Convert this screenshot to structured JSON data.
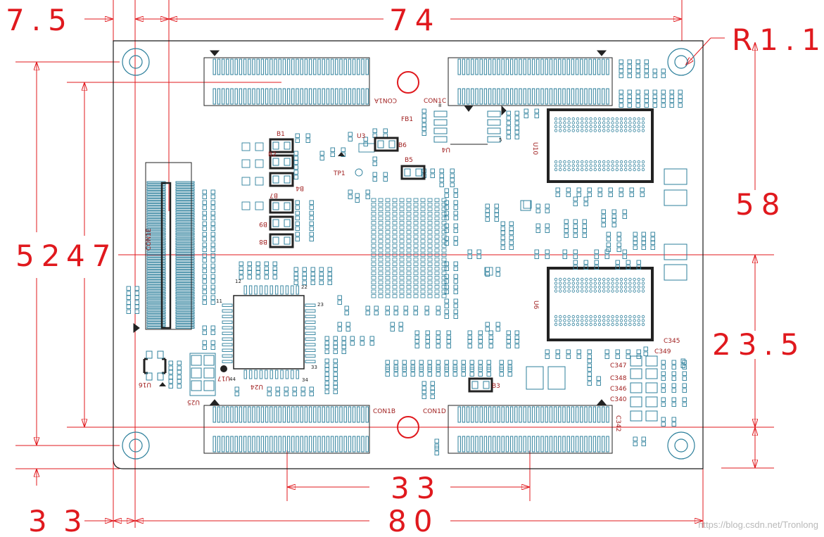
{
  "colors": {
    "dimension": "#e0191e",
    "board_outline": "#1a1a1a",
    "pad": "#2c7f9b",
    "label": "#a02020",
    "component": "#222222"
  },
  "dimensions": {
    "d_7_5": "7.5",
    "d_74": "74",
    "d_r1_1": "R1.1",
    "d_52": "52",
    "d_47": "47",
    "d_58": "58",
    "d_23_5": "23.5",
    "d_33": "33",
    "d_3_left": "3",
    "d_3_right": "3",
    "d_80": "80"
  },
  "components": {
    "con1a": "CON1A",
    "con1b": "CON1B",
    "con1c": "CON1C",
    "con1d": "CON1D",
    "con1e": "CON1E",
    "fb1": "FB1",
    "u4": "U4",
    "u3": "U3",
    "u10": "U10",
    "u6": "U6",
    "u16": "U16",
    "u17": "U17",
    "u24": "U24",
    "u25": "U25",
    "tp1": "TP1",
    "b1": "B1",
    "b2": "B2",
    "b3": "B3",
    "b4": "B4",
    "b5": "B5",
    "b6": "B6",
    "b7": "B7",
    "b8": "B8",
    "b9": "B9",
    "c345": "C345",
    "c346": "C346",
    "c347": "C347",
    "c348": "C348",
    "c349": "C349",
    "c340": "C340",
    "c342": "C342"
  },
  "pin_numbers": {
    "p12": "12",
    "p22": "22",
    "p23": "23",
    "p33": "33",
    "p34": "34",
    "p44": "44",
    "p11": "11",
    "con1c_p8": "8",
    "con1c_p5": "5"
  },
  "watermark": "https://blog.csdn.net/Tronlong"
}
